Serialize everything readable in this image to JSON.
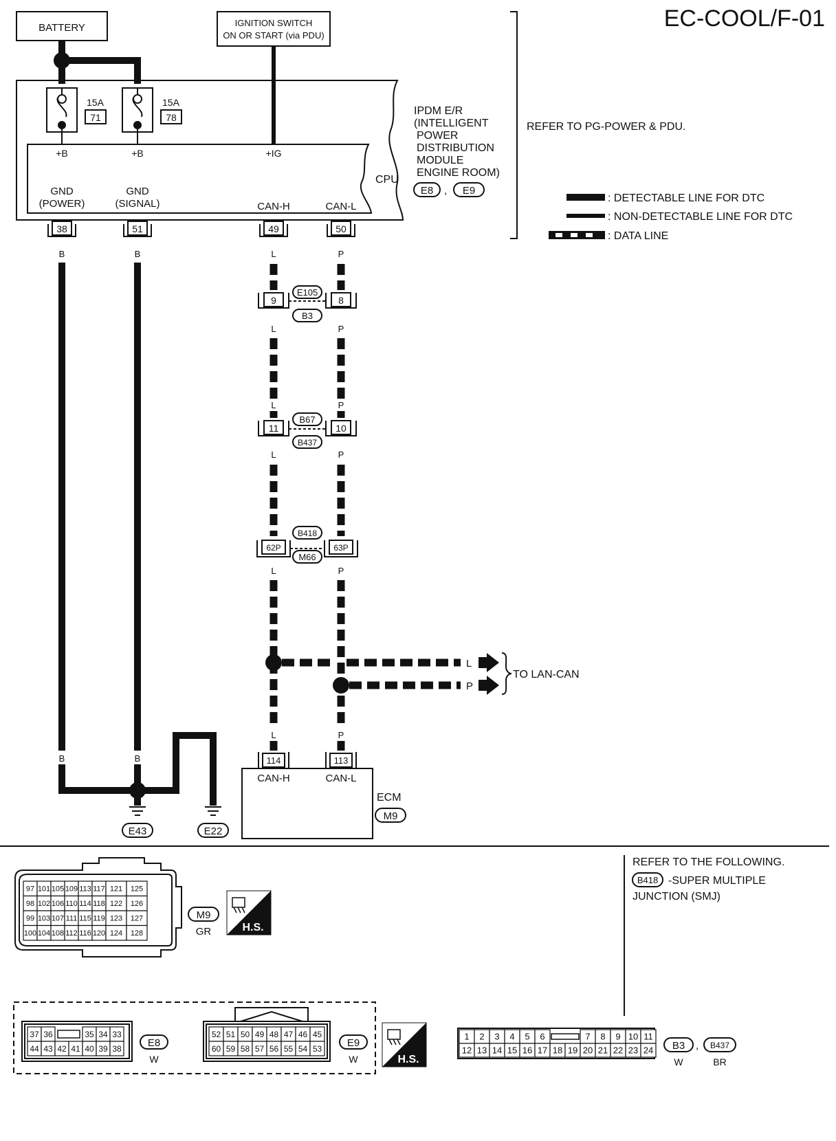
{
  "title": "EC-COOL/F-01",
  "power": {
    "battery": "BATTERY",
    "ignition_line1": "IGNITION SWITCH",
    "ignition_line2": "ON OR START (via PDU)"
  },
  "fuses": [
    {
      "amp": "15A",
      "num": "71"
    },
    {
      "amp": "15A",
      "num": "78"
    }
  ],
  "ipdm": {
    "lines": [
      "IPDM E/R",
      "(INTELLIGENT",
      "POWER",
      "DISTRIBUTION",
      "MODULE",
      "ENGINE ROOM)"
    ],
    "connectors": [
      "E8",
      "E9"
    ],
    "cpu": "CPU",
    "plus_b": "+B",
    "plus_ig": "+IG",
    "gnd_power": [
      "GND",
      "(POWER)"
    ],
    "gnd_signal": [
      "GND",
      "(SIGNAL)"
    ],
    "can_h": "CAN-H",
    "can_l": "CAN-L",
    "refer": "REFER TO PG-POWER & PDU."
  },
  "legend": [
    {
      "label": ": DETECTABLE LINE FOR DTC",
      "style": "thick"
    },
    {
      "label": ": NON-DETECTABLE LINE FOR DTC",
      "style": "thin"
    },
    {
      "label": ": DATA LINE",
      "style": "data"
    }
  ],
  "terminals": {
    "gnd_power": "38",
    "gnd_signal": "51",
    "can_h": "49",
    "can_l": "50"
  },
  "wire_colors": {
    "black": "B",
    "blue": "L",
    "pink": "P"
  },
  "joints": [
    {
      "left": "9",
      "right": "8",
      "upper": "E105",
      "lower": "B3"
    },
    {
      "left": "11",
      "right": "10",
      "upper": "B67",
      "lower": "B437"
    },
    {
      "left": "62P",
      "right": "63P",
      "upper": "B418",
      "lower": "M66"
    }
  ],
  "lan_can": {
    "label": "TO LAN-CAN",
    "l": "L",
    "p": "P"
  },
  "ecm": {
    "label": "ECM",
    "connector": "M9",
    "term_h": "114",
    "term_l": "113",
    "can_h": "CAN-H",
    "can_l": "CAN-L"
  },
  "grounds": [
    "E43",
    "E22"
  ],
  "refer_following": {
    "line1": "REFER TO THE FOLLOWING.",
    "badge": "B418",
    "line2": "-SUPER MULTIPLE",
    "line3": "JUNCTION (SMJ)"
  },
  "m9_connector": {
    "label": "M9",
    "color": "GR",
    "grid": [
      [
        "97",
        "101",
        "105",
        "109",
        "113",
        "117",
        "121",
        "125"
      ],
      [
        "98",
        "102",
        "106",
        "110",
        "114",
        "118",
        "122",
        "126"
      ],
      [
        "99",
        "103",
        "107",
        "111",
        "115",
        "119",
        "123",
        "127"
      ],
      [
        "100",
        "104",
        "108",
        "112",
        "116",
        "120",
        "124",
        "128"
      ]
    ]
  },
  "hs_label": "H.S.",
  "e8_connector": {
    "label": "E8",
    "color": "W",
    "top": [
      "37",
      "36",
      "",
      "35",
      "34",
      "33"
    ],
    "bottom": [
      "44",
      "43",
      "42",
      "41",
      "40",
      "39",
      "38"
    ]
  },
  "e9_connector": {
    "label": "E9",
    "color": "W",
    "top": [
      "52",
      "51",
      "50",
      "49",
      "48",
      "47",
      "46",
      "45"
    ],
    "bottom": [
      "60",
      "59",
      "58",
      "57",
      "56",
      "55",
      "54",
      "53"
    ]
  },
  "b3_connector": {
    "labels": [
      "B3",
      "B437"
    ],
    "colors": [
      "W",
      "BR"
    ],
    "top_left": [
      "1",
      "2",
      "3",
      "4",
      "5",
      "6"
    ],
    "top_right": [
      "7",
      "8",
      "9",
      "10",
      "11"
    ],
    "bottom": [
      "12",
      "13",
      "14",
      "15",
      "16",
      "17",
      "18",
      "19",
      "20",
      "21",
      "22",
      "23",
      "24"
    ]
  }
}
